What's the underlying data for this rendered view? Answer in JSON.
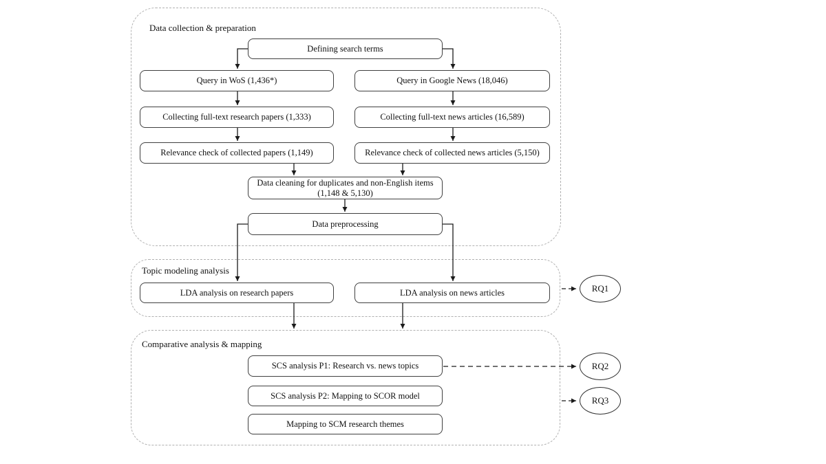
{
  "sections": {
    "data_collection": {
      "title": "Data collection & preparation"
    },
    "topic_modeling": {
      "title": "Topic modeling analysis"
    },
    "comparative": {
      "title": "Comparative analysis & mapping"
    }
  },
  "nodes": {
    "defining": {
      "label": "Defining search terms"
    },
    "query_wos": {
      "label": "Query in WoS (1,436*)"
    },
    "query_gnews": {
      "label": "Query in Google News (18,046)"
    },
    "collect_papers": {
      "label": "Collecting full-text research papers (1,333)"
    },
    "collect_news": {
      "label": "Collecting full-text news articles (16,589)"
    },
    "relevance_papers": {
      "label": "Relevance check of collected papers (1,149)"
    },
    "relevance_news": {
      "label": "Relevance check of collected news articles (5,150)"
    },
    "cleaning": {
      "line1": "Data cleaning for duplicates and non-English items",
      "line2": "(1,148 & 5,130)"
    },
    "preprocessing": {
      "label": "Data preprocessing"
    },
    "lda_papers": {
      "label": "LDA analysis on research papers"
    },
    "lda_news": {
      "label": "LDA analysis on news articles"
    },
    "scs_p1": {
      "label": "SCS analysis P1: Research vs. news topics"
    },
    "scs_p2": {
      "label": "SCS analysis P2: Mapping to SCOR model"
    },
    "mapping_scm": {
      "label": "Mapping to SCM research themes"
    }
  },
  "research_questions": {
    "rq1": {
      "label": "RQ1"
    },
    "rq2": {
      "label": "RQ2"
    },
    "rq3": {
      "label": "RQ3"
    }
  },
  "colors": {
    "background": "#ffffff",
    "box_border": "#3f3f3f",
    "container_border": "#b0b0b0",
    "connector": "#1a1a1a",
    "text": "#111111"
  }
}
